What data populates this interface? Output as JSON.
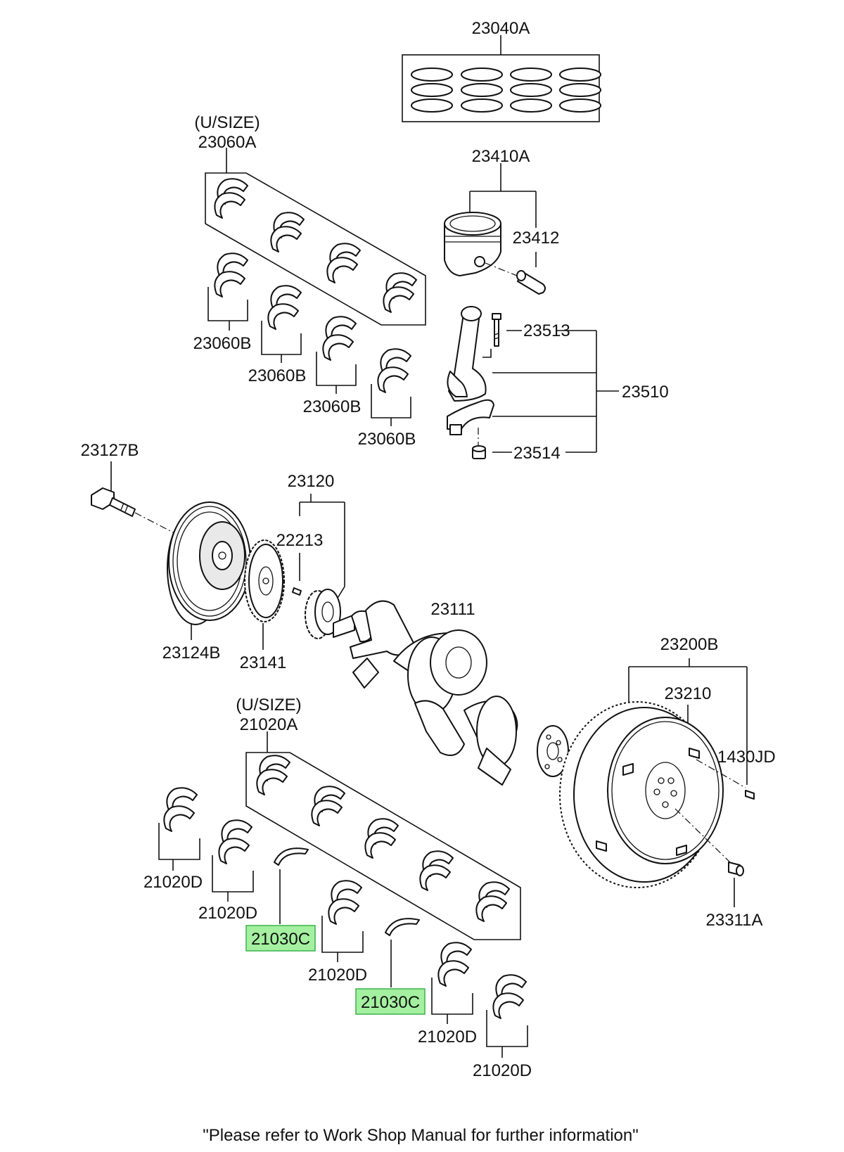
{
  "labels": {
    "rings": "23040A",
    "usize_top": "(U/SIZE)",
    "bearing_set_top": "23060A",
    "piston": "23410A",
    "pin": "23412",
    "conrod_bolt": "23513",
    "conrod_assy": "23510",
    "conrod_nut": "23514",
    "bearing_b1": "23060B",
    "bearing_b2": "23060B",
    "bearing_b3": "23060B",
    "bearing_b4": "23060B",
    "pulley_bolt": "23127B",
    "sprocket_assy": "23120",
    "key": "22213",
    "pulley": "23124B",
    "target_wheel": "23141",
    "crankshaft": "23111",
    "flywheel_assy": "23200B",
    "ring_gear": "23210",
    "dowel": "1430JD",
    "usize_bottom": "(U/SIZE)",
    "bearing_set_bottom": "21020A",
    "main_d1": "21020D",
    "main_d2": "21020D",
    "main_d3": "21020D",
    "main_d4": "21020D",
    "main_d5": "21020D",
    "thrust_1": "21030C",
    "thrust_2": "21030C",
    "flywheel_bolt": "23311A"
  },
  "highlight_color": "#a4f0a0",
  "footer": "\"Please refer to Work Shop Manual for further information\""
}
